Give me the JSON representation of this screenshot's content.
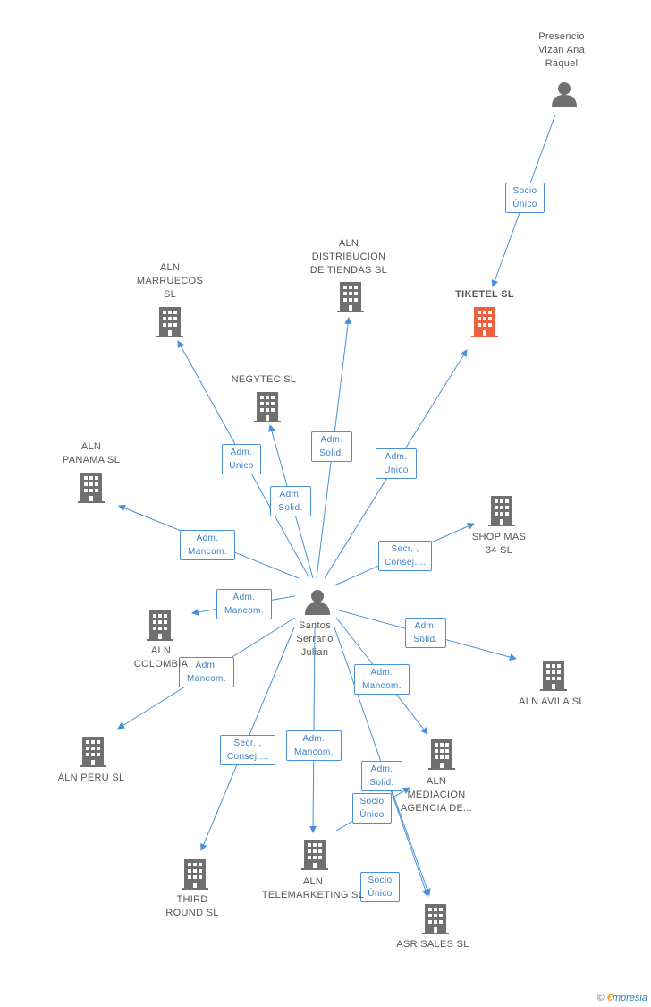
{
  "colors": {
    "building": "#707070",
    "highlight": "#f0603c",
    "person": "#707070",
    "edge": "#4a90d9"
  },
  "nodes": {
    "presencio": {
      "label": "Presencio\nVizan Ana\nRaquel",
      "type": "person"
    },
    "tiketel": {
      "label": "TIKETEL SL",
      "type": "company-highlight"
    },
    "distrib": {
      "label": "ALN\nDISTRIBUCION\nDE TIENDAS  SL",
      "type": "company"
    },
    "marruecos": {
      "label": "ALN\nMARRUECOS\nSL",
      "type": "company"
    },
    "negytec": {
      "label": "NEGYTEC SL",
      "type": "company"
    },
    "panama": {
      "label": "ALN\nPANAMA  SL",
      "type": "company"
    },
    "shopmas": {
      "label": "SHOP MAS\n34  SL",
      "type": "company"
    },
    "santos": {
      "label": "Santos\nSerrano\nJulian",
      "type": "person"
    },
    "colombia": {
      "label": "ALN\nCOLOMBIA",
      "type": "company"
    },
    "avila": {
      "label": "ALN AVILA  SL",
      "type": "company"
    },
    "peru": {
      "label": "ALN PERU  SL",
      "type": "company"
    },
    "mediacion": {
      "label": "ALN\nMEDIACION\nAGENCIA DE...",
      "type": "company"
    },
    "third": {
      "label": "THIRD\nROUND  SL",
      "type": "company"
    },
    "telemk": {
      "label": "ALN\nTELEMARKETING SL",
      "type": "company"
    },
    "asr": {
      "label": "ASR SALES SL",
      "type": "company"
    }
  },
  "edges": {
    "presencio_tiketel": "Socio\nÚnico",
    "santos_marruecos": "Adm.\nUnico",
    "santos_negytec": "Adm.\nSolid.",
    "santos_distrib": "Adm.\nSolid.",
    "santos_tiketel": "Adm.\nUnico",
    "santos_panama": "Adm.\nMancom.",
    "santos_shopmas": "Secr. ,\nConsej....",
    "santos_colombia": "Adm.\nMancom.",
    "santos_avila": "Adm.\nSolid.",
    "santos_peru": "Adm.\nMancom.",
    "santos_mediacion": "Adm.\nMancom.",
    "santos_third": "Secr. ,\nConsej....",
    "santos_telemk": "Adm.\nMancom.",
    "santos_asr": "Adm.\nSolid.",
    "telemk_mediacion": "Socio\nÚnico",
    "telemk_asr": "Socio\nÚnico"
  },
  "footer": {
    "copyright": "©",
    "brand_initial": "€",
    "brand_rest": "mpresia"
  }
}
